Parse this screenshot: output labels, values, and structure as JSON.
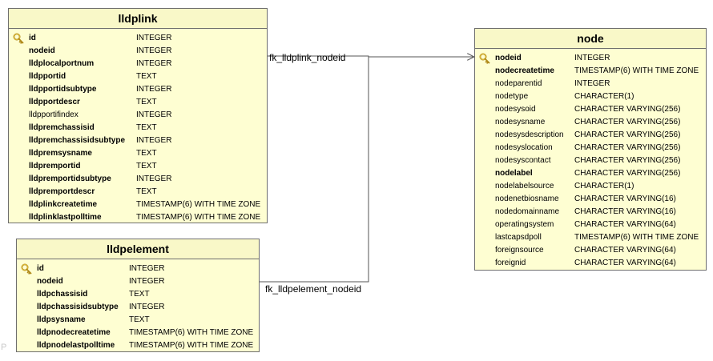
{
  "tables": {
    "lldplink": {
      "name": "lldplink",
      "columns": [
        {
          "name": "id",
          "type": "INTEGER",
          "pk": true,
          "bold": true
        },
        {
          "name": "nodeid",
          "type": "INTEGER",
          "pk": false,
          "bold": true
        },
        {
          "name": "lldplocalportnum",
          "type": "INTEGER",
          "pk": false,
          "bold": true
        },
        {
          "name": "lldpportid",
          "type": "TEXT",
          "pk": false,
          "bold": true
        },
        {
          "name": "lldpportidsubtype",
          "type": "INTEGER",
          "pk": false,
          "bold": true
        },
        {
          "name": "lldpportdescr",
          "type": "TEXT",
          "pk": false,
          "bold": true
        },
        {
          "name": "lldpportifindex",
          "type": "INTEGER",
          "pk": false,
          "bold": false
        },
        {
          "name": "lldpremchassisid",
          "type": "TEXT",
          "pk": false,
          "bold": true
        },
        {
          "name": "lldpremchassisidsubtype",
          "type": "INTEGER",
          "pk": false,
          "bold": true
        },
        {
          "name": "lldpremsysname",
          "type": "TEXT",
          "pk": false,
          "bold": true
        },
        {
          "name": "lldpremportid",
          "type": "TEXT",
          "pk": false,
          "bold": true
        },
        {
          "name": "lldpremportidsubtype",
          "type": "INTEGER",
          "pk": false,
          "bold": true
        },
        {
          "name": "lldpremportdescr",
          "type": "TEXT",
          "pk": false,
          "bold": true
        },
        {
          "name": "lldplinkcreatetime",
          "type": "TIMESTAMP(6) WITH TIME ZONE",
          "pk": false,
          "bold": true
        },
        {
          "name": "lldplinklastpolltime",
          "type": "TIMESTAMP(6) WITH TIME ZONE",
          "pk": false,
          "bold": true
        }
      ]
    },
    "lldpelement": {
      "name": "lldpelement",
      "columns": [
        {
          "name": "id",
          "type": "INTEGER",
          "pk": true,
          "bold": true
        },
        {
          "name": "nodeid",
          "type": "INTEGER",
          "pk": false,
          "bold": true
        },
        {
          "name": "lldpchassisid",
          "type": "TEXT",
          "pk": false,
          "bold": true
        },
        {
          "name": "lldpchassisidsubtype",
          "type": "INTEGER",
          "pk": false,
          "bold": true
        },
        {
          "name": "lldpsysname",
          "type": "TEXT",
          "pk": false,
          "bold": true
        },
        {
          "name": "lldpnodecreatetime",
          "type": "TIMESTAMP(6) WITH TIME ZONE",
          "pk": false,
          "bold": true
        },
        {
          "name": "lldpnodelastpolltime",
          "type": "TIMESTAMP(6) WITH TIME ZONE",
          "pk": false,
          "bold": true
        }
      ]
    },
    "node": {
      "name": "node",
      "columns": [
        {
          "name": "nodeid",
          "type": "INTEGER",
          "pk": true,
          "bold": true
        },
        {
          "name": "nodecreatetime",
          "type": "TIMESTAMP(6) WITH TIME ZONE",
          "pk": false,
          "bold": true
        },
        {
          "name": "nodeparentid",
          "type": "INTEGER",
          "pk": false,
          "bold": false
        },
        {
          "name": "nodetype",
          "type": "CHARACTER(1)",
          "pk": false,
          "bold": false
        },
        {
          "name": "nodesysoid",
          "type": "CHARACTER VARYING(256)",
          "pk": false,
          "bold": false
        },
        {
          "name": "nodesysname",
          "type": "CHARACTER VARYING(256)",
          "pk": false,
          "bold": false
        },
        {
          "name": "nodesysdescription",
          "type": "CHARACTER VARYING(256)",
          "pk": false,
          "bold": false
        },
        {
          "name": "nodesyslocation",
          "type": "CHARACTER VARYING(256)",
          "pk": false,
          "bold": false
        },
        {
          "name": "nodesyscontact",
          "type": "CHARACTER VARYING(256)",
          "pk": false,
          "bold": false
        },
        {
          "name": "nodelabel",
          "type": "CHARACTER VARYING(256)",
          "pk": false,
          "bold": true
        },
        {
          "name": "nodelabelsource",
          "type": "CHARACTER(1)",
          "pk": false,
          "bold": false
        },
        {
          "name": "nodenetbiosname",
          "type": "CHARACTER VARYING(16)",
          "pk": false,
          "bold": false
        },
        {
          "name": "nodedomainname",
          "type": "CHARACTER VARYING(16)",
          "pk": false,
          "bold": false
        },
        {
          "name": "operatingsystem",
          "type": "CHARACTER VARYING(64)",
          "pk": false,
          "bold": false
        },
        {
          "name": "lastcapsdpoll",
          "type": "TIMESTAMP(6) WITH TIME ZONE",
          "pk": false,
          "bold": false
        },
        {
          "name": "foreignsource",
          "type": "CHARACTER VARYING(64)",
          "pk": false,
          "bold": false
        },
        {
          "name": "foreignid",
          "type": "CHARACTER VARYING(64)",
          "pk": false,
          "bold": false
        }
      ]
    }
  },
  "relationships": [
    {
      "label": "fk_lldplink_nodeid",
      "from": "lldplink",
      "to": "node"
    },
    {
      "label": "fk_lldpelement_nodeid",
      "from": "lldpelement",
      "to": "node"
    }
  ],
  "watermark": "P",
  "colors": {
    "entity_fill": "#fefed2",
    "header_fill": "#f9f8c8",
    "border": "#6e6e6e",
    "connector": "#555555",
    "key_icon": "#c9a227"
  }
}
